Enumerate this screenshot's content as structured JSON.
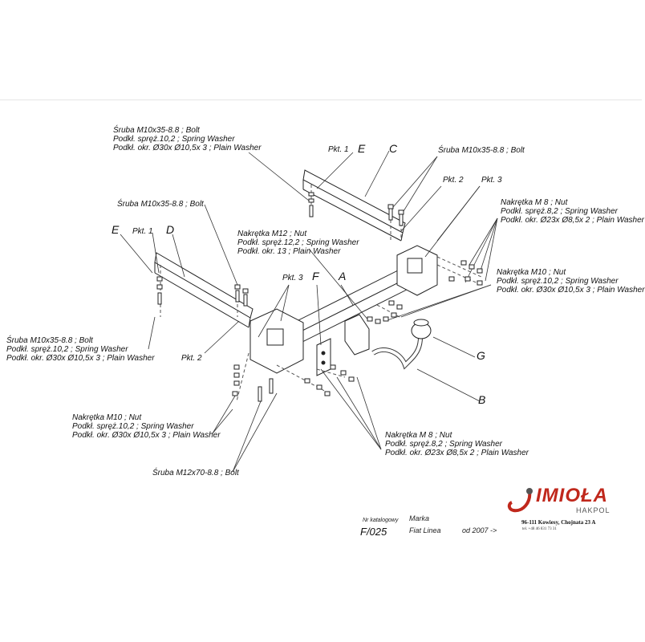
{
  "labels": {
    "top_bolt": [
      "Śruba M10x35-8.8 ;  Bolt",
      "Podkł. spręż.10,2 ; Spring Washer",
      "Podkł. okr.  Ø30x Ø10,5x 3 ; Plain Washer"
    ],
    "top_right_bolt": "Śruba M10x35-8.8 ;  Bolt",
    "left_bolt": "Śruba M10x35-8.8 ;  Bolt",
    "m12_nut": [
      "Nakrętka  M12 ; Nut",
      "Podkł. spręż.12,2 ; Spring Washer",
      "Podkł. okr. 13 ; Plain Washer"
    ],
    "m8_nut_right": [
      "Nakrętka  M 8 ; Nut",
      "Podkł. spręż.8,2 ; Spring Washer",
      "Podkł. okr.  Ø23x Ø8,5x 2 ; Plain Washer"
    ],
    "m10_nut_right": [
      "Nakrętka  M10 ; Nut",
      "Podkł. spręż.10,2 ; Spring Washer",
      "Podkł. okr.  Ø30x Ø10,5x 3 ; Plain Washer"
    ],
    "left_bolt_group": [
      "Śruba M10x35-8.8 ;  Bolt",
      "Podkł. spręż.10,2 ; Spring Washer",
      "Podkł. okr.  Ø30x Ø10,5x 3 ; Plain Washer"
    ],
    "m10_nut_left": [
      "Nakrętka  M10 ; Nut",
      "Podkł. spręż.10,2 ; Spring Washer",
      "Podkł. okr.  Ø30x Ø10,5x 3 ; Plain Washer"
    ],
    "m8_nut_bottom": [
      "Nakrętka  M 8 ; Nut",
      "Podkł. spręż.8,2 ; Spring Washer",
      "Podkł. okr.  Ø23x Ø8,5x 2 ; Plain Washer"
    ],
    "m12_bolt": "Śruba M12x70-8.8 ;  Bolt",
    "pkt": {
      "p1_top": "Pkt. 1",
      "p2_top": "Pkt. 2",
      "p3_top": "Pkt. 3",
      "p1_left": "Pkt. 1",
      "p3_mid": "Pkt. 3",
      "p2_left": "Pkt. 2"
    },
    "letters": {
      "E_top": "E",
      "C": "C",
      "E_left": "E",
      "D": "D",
      "F": "F",
      "A": "A",
      "G": "G",
      "B": "B"
    }
  },
  "footer": {
    "catalog_label": "Nr katalogowy",
    "catalog_value": "F/025",
    "brand_label": "Marka",
    "brand_value": "Fiat Linea",
    "year_value": "od  2007 ->",
    "address": "96-111 Kowiesy, Chojnata 23 A",
    "tel": "tel. +48 46 831 73 31"
  },
  "logo": {
    "name": "IMIOŁA",
    "sub": "HAKPOL",
    "color": "#c0281c"
  }
}
